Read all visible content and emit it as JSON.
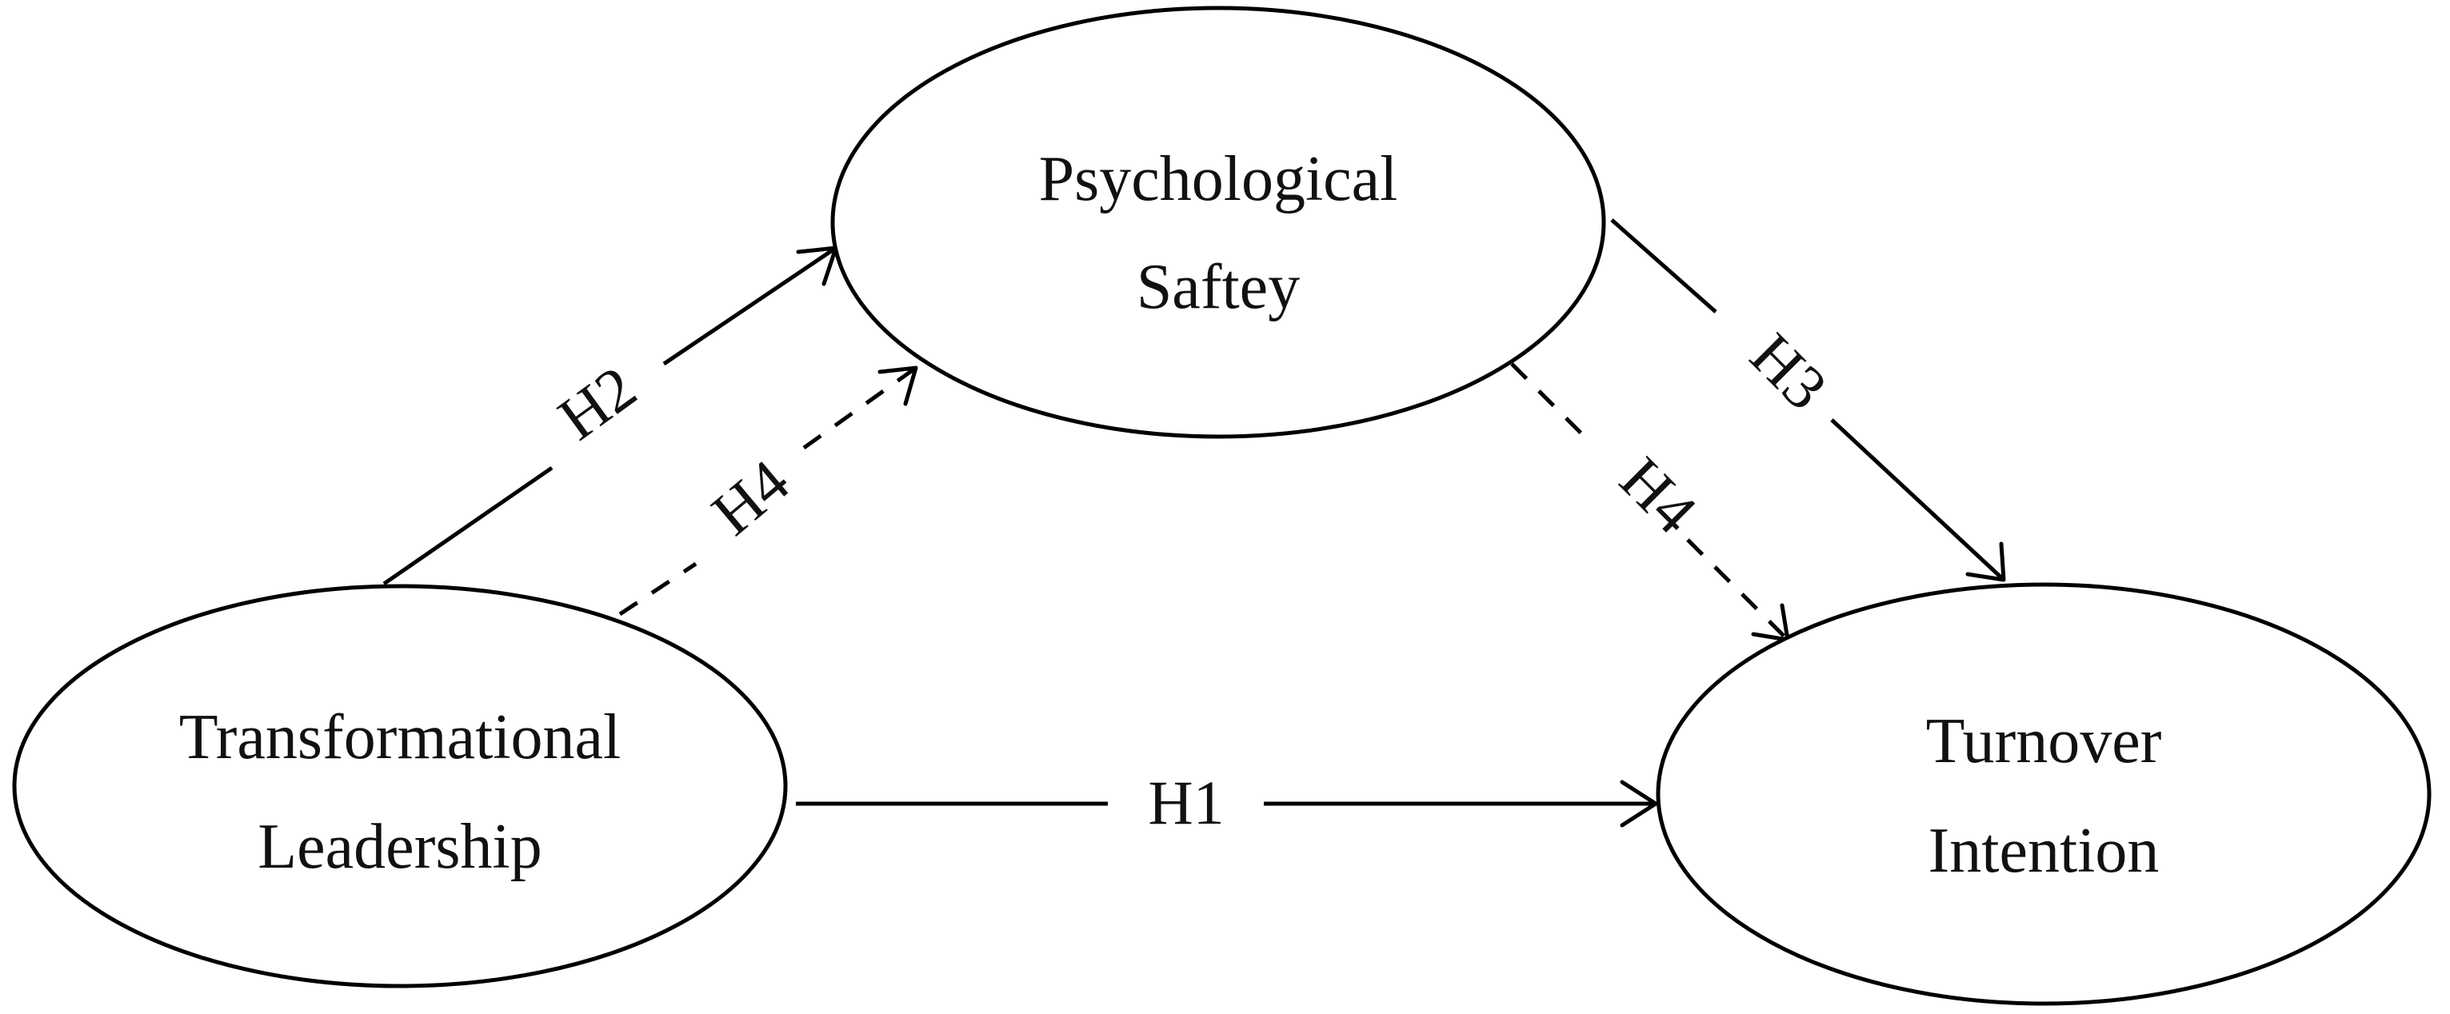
{
  "nodes": {
    "psychological_safety": {
      "line1": "Psychological",
      "line2": "Saftey"
    },
    "transformational_leadership": {
      "line1": "Transformational",
      "line2": "Leadership"
    },
    "turnover_intention": {
      "line1": "Turnover",
      "line2": "Intention"
    }
  },
  "edges": {
    "h1": {
      "label": "H1",
      "style": "solid"
    },
    "h2": {
      "label": "H2",
      "style": "solid"
    },
    "h3": {
      "label": "H3",
      "style": "solid"
    },
    "h4_upper": {
      "label": "H4",
      "style": "dashed"
    },
    "h4_lower": {
      "label": "H4",
      "style": "dashed"
    }
  },
  "colors": {
    "stroke": "#000000",
    "text": "#111111",
    "background": "#ffffff"
  }
}
